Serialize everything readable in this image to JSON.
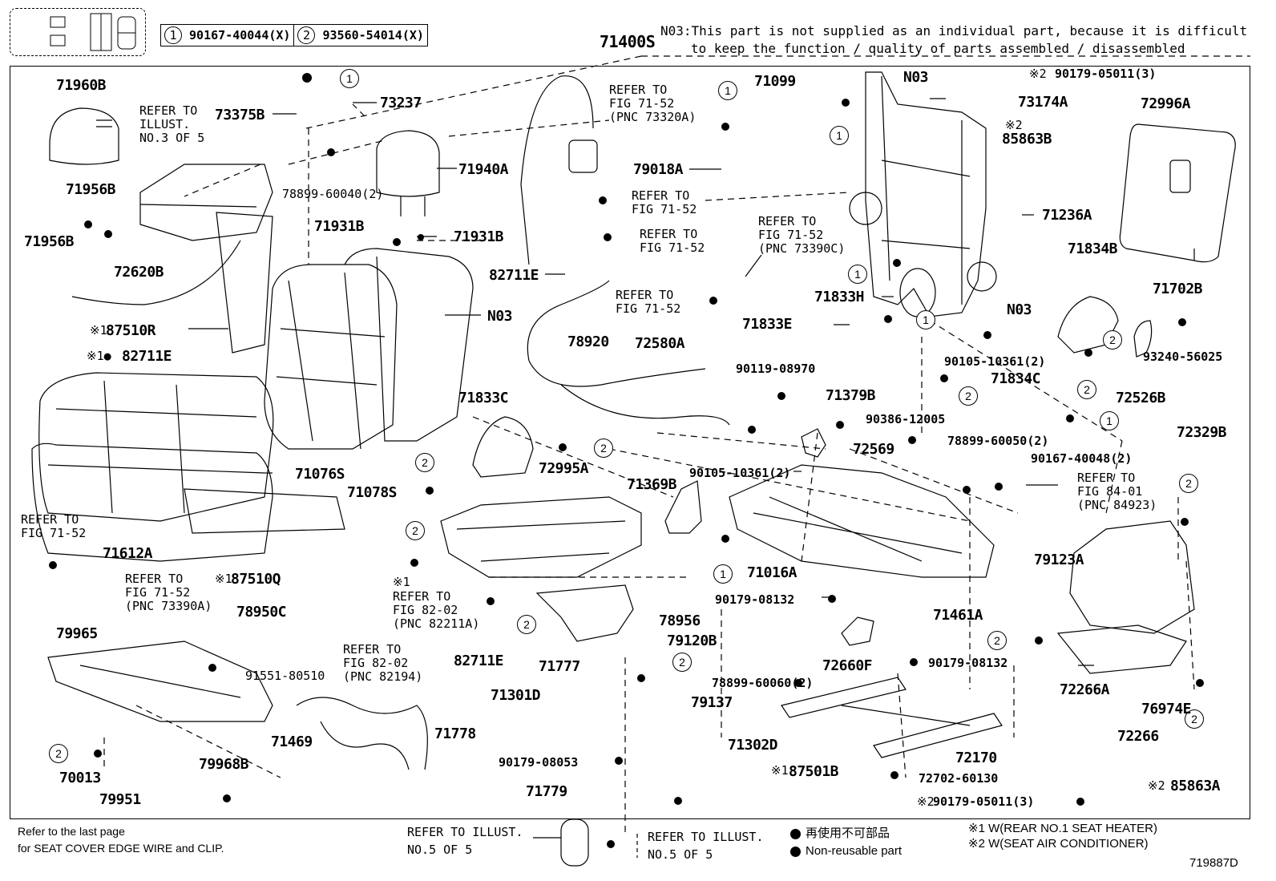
{
  "header": {
    "pnc_1": "90167-40044(X)",
    "pnc_2": "93560-54014(X)",
    "assembly": "71400S",
    "note_line1": "N03:This part is not supplied as an individual part, because it is difficult",
    "note_line2": "to keep the function / quality of parts assembled / disassembled"
  },
  "callouts": {
    "c1": "1",
    "c2": "2"
  },
  "parts": [
    "71960B",
    "73375B",
    "73237",
    "71956B",
    "71956B",
    "71940A",
    "78899-60040(2)",
    "71931B",
    "71931B",
    "72620B",
    "87510R",
    "82711E",
    "N03",
    "71076S",
    "71078S",
    "71612A",
    "87510Q",
    "78950C",
    "91551-80510",
    "79965",
    "70013",
    "79951",
    "79968B",
    "71469",
    "82711E",
    "82711E",
    "79018A",
    "71099",
    "N03",
    "73174A",
    "90179-05011(3)",
    "72996A",
    "85863B",
    "71236A",
    "71702B",
    "71834B",
    "71833H",
    "N03",
    "71833E",
    "90105-10361(2)",
    "93240-56025",
    "72526B",
    "90119-08970",
    "71379B",
    "71834C",
    "72329B",
    "78920",
    "72580A",
    "71833C",
    "72995A",
    "71369B",
    "90386-12005",
    "78899-60050(2)",
    "72569",
    "90105-10361(2)",
    "90167-40048(2)",
    "71016A",
    "79123A",
    "90179-08132",
    "71461A",
    "79120B",
    "72660F",
    "78956",
    "90179-08132",
    "71777",
    "71301D",
    "79137",
    "71778",
    "71302D",
    "90179-08053",
    "71779",
    "78899-60060(2)",
    "72266A",
    "76974E",
    "72266",
    "72170",
    "72702-60130",
    "87501B",
    "85863A",
    "90179-05011(3)"
  ],
  "refs": {
    "r_illust3": "REFER TO\nILLUST.\nNO.3 OF 5",
    "r_7152_73320A": "REFER TO\nFIG 71-52\n(PNC 73320A)",
    "r_7152_a": "REFER TO\nFIG 71-52",
    "r_7152_b": "REFER TO\nFIG 71-52",
    "r_7152_73390C": "REFER TO\nFIG 71-52\n(PNC 73390C)",
    "r_7152_c": "REFER TO\nFIG 71-52",
    "r_7152_left": "REFER TO\nFIG 71-52",
    "r_7152_73390A": "REFER TO\nFIG 71-52\n(PNC 73390A)",
    "r_8202_82211A": "REFER TO\nFIG 82-02\n(PNC 82211A)",
    "r_8202_82194": "REFER TO\nFIG 82-02\n(PNC 82194)",
    "r_8401_84923": "REFER TO\nFIG 84-01\n(PNC 84923)"
  },
  "marks": {
    "kome1": "※1",
    "kome2": "※2",
    "kome1_dot": "※1●",
    "kome1_ref": "※1"
  },
  "footer": {
    "note_line1": "Refer to the last page",
    "note_line2": "for SEAT COVER EDGE WIRE and CLIP.",
    "ref_illust5_a_1": "REFER TO ILLUST.",
    "ref_illust5_a_2": "NO.5 OF 5",
    "ref_illust5_b_1": "REFER TO ILLUST.",
    "ref_illust5_b_2": "NO.5 OF 5",
    "legend_jp": "再使用不可部品",
    "legend_en": "Non-reusable part",
    "note_k1": "※1 W(REAR NO.1 SEAT HEATER)",
    "note_k2": "※2 W(SEAT AIR CONDITIONER)",
    "fig_id": "719887D"
  }
}
